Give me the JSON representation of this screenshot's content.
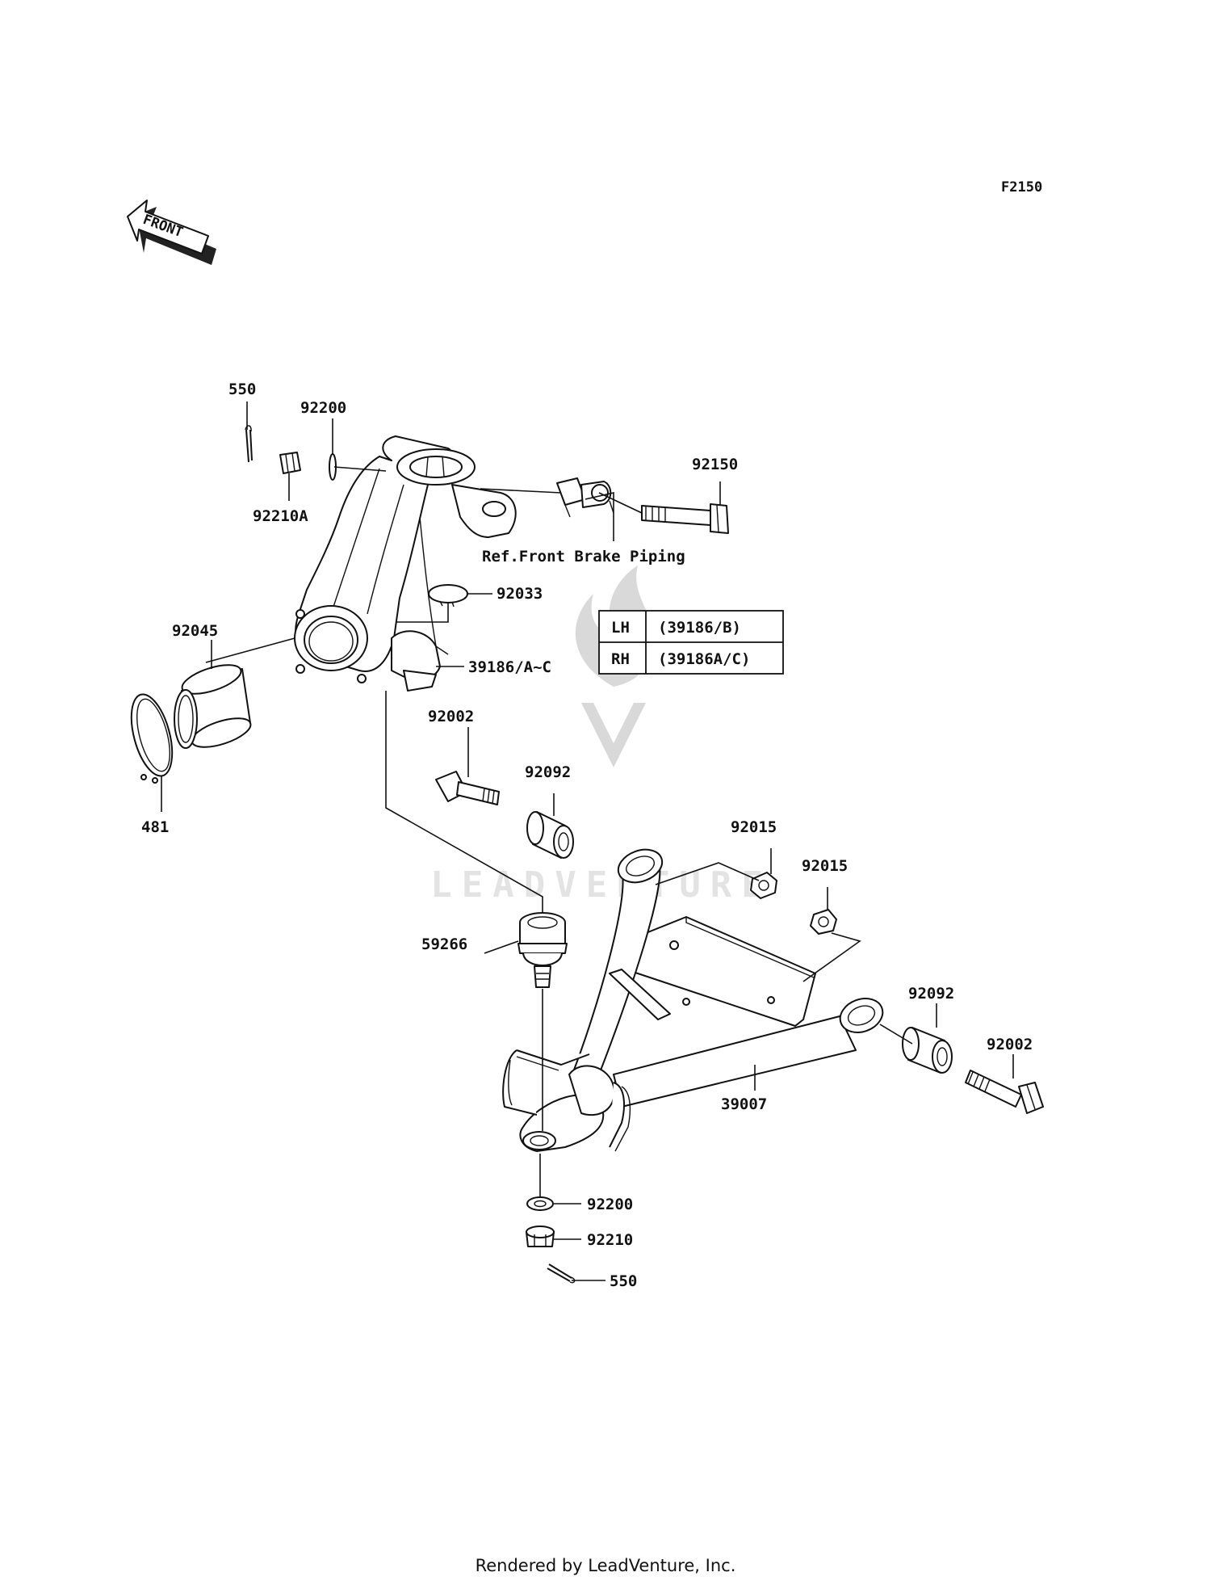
{
  "diagram_code": "F2150",
  "front_arrow_label": "FRONT",
  "reference_note": "Ref.Front Brake Piping",
  "table": {
    "rows": [
      {
        "side": "LH",
        "part": "(39186/B)"
      },
      {
        "side": "RH",
        "part": "(39186A/C)"
      }
    ]
  },
  "callouts": {
    "p550_top": "550",
    "p92200_top": "92200",
    "p92210A": "92210A",
    "p92150": "92150",
    "p92033": "92033",
    "p39186": "39186/A~C",
    "p92045": "92045",
    "p481": "481",
    "p92002_left": "92002",
    "p92092_left": "92092",
    "p92015_a": "92015",
    "p92015_b": "92015",
    "p59266": "59266",
    "p92092_right": "92092",
    "p92002_right": "92002",
    "p39007": "39007",
    "p92200_bottom": "92200",
    "p92210": "92210",
    "p550_bottom": "550"
  },
  "watermark": "LEADVENTURE",
  "footer": "Rendered by LeadVenture, Inc."
}
